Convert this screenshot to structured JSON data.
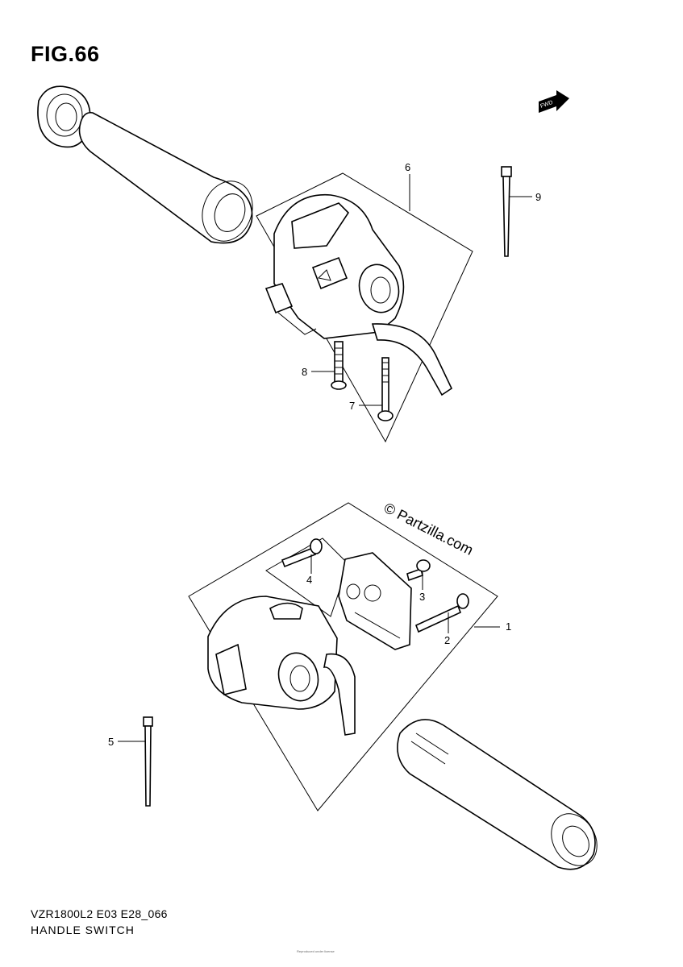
{
  "figure": {
    "title": "FIG.66",
    "fwd_badge": "FWD"
  },
  "callouts": [
    {
      "id": "1",
      "label": "1"
    },
    {
      "id": "2",
      "label": "2"
    },
    {
      "id": "3",
      "label": "3"
    },
    {
      "id": "4",
      "label": "4"
    },
    {
      "id": "5",
      "label": "5"
    },
    {
      "id": "6",
      "label": "6"
    },
    {
      "id": "7",
      "label": "7"
    },
    {
      "id": "8",
      "label": "8"
    },
    {
      "id": "9",
      "label": "9"
    }
  ],
  "watermark": "© Partzilla.com",
  "footer": {
    "model_code": "VZR1800L2 E03 E28_066",
    "part_name": "HANDLE SWITCH",
    "fine_print": "Reproduced under license"
  }
}
